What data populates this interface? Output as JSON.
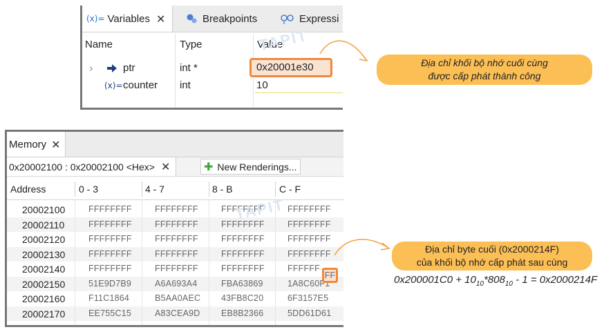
{
  "variables_view": {
    "tabs": [
      {
        "icon": "(x)=",
        "label": "Variables",
        "close": "✕"
      },
      {
        "icon": "breakpoints-icon",
        "label": "Breakpoints"
      },
      {
        "icon": "expressions-icon",
        "label": "Expressi"
      }
    ],
    "headers": {
      "name": "Name",
      "type": "Type",
      "value": "Value"
    },
    "rows": [
      {
        "expander": "›",
        "name": "ptr",
        "type": "int *",
        "value": "0x20001e30"
      },
      {
        "icon": "(x)=",
        "name": "counter",
        "type": "int",
        "value": "10"
      }
    ]
  },
  "memory_view": {
    "tab": {
      "label": "Memory",
      "close": "✕"
    },
    "rendering_tab": {
      "label": "0x20002100 : 0x20002100 <Hex>",
      "close": "✕"
    },
    "new_renderings": "New Renderings...",
    "headers": [
      "Address",
      "0 - 3",
      "4 - 7",
      "8 - B",
      "C - F"
    ],
    "rows": [
      {
        "address": "20002100",
        "cells": [
          "FFFFFFFF",
          "FFFFFFFF",
          "FFFFFFFF",
          "FFFFFFFF"
        ]
      },
      {
        "address": "20002110",
        "cells": [
          "FFFFFFFF",
          "FFFFFFFF",
          "FFFFFFFF",
          "FFFFFFFF"
        ]
      },
      {
        "address": "20002120",
        "cells": [
          "FFFFFFFF",
          "FFFFFFFF",
          "FFFFFFFF",
          "FFFFFFFF"
        ]
      },
      {
        "address": "20002130",
        "cells": [
          "FFFFFFFF",
          "FFFFFFFF",
          "FFFFFFFF",
          "FFFFFFFF"
        ]
      },
      {
        "address": "20002140",
        "cells": [
          "FFFFFFFF",
          "FFFFFFFF",
          "FFFFFFFF",
          "FFFFFF"
        ]
      },
      {
        "address": "20002150",
        "cells": [
          "51E9D7B9",
          "A6A693A4",
          "FBA63869",
          "1A8C60F1"
        ]
      },
      {
        "address": "20002160",
        "cells": [
          "F11C1864",
          "B5AA0AEC",
          "43FB8C20",
          "6F3157E5"
        ]
      },
      {
        "address": "20002170",
        "cells": [
          "EE755C15",
          "A83CEA9D",
          "EB8B2366",
          "5DD61D61"
        ]
      }
    ],
    "highlight_byte": "FF"
  },
  "annotations": {
    "callout_1": {
      "line1": "Địa chỉ khối bộ nhớ cuối cùng",
      "line2": "được cấp phát thành công"
    },
    "callout_2": {
      "line1": "Địa chỉ byte cuối (0x2000214F)",
      "line2": "của khối bộ nhớ cấp phát sau cùng"
    },
    "formula": {
      "a": "0x200001C0 + 10",
      "a_sub": "10",
      "b": "*808",
      "b_sub": "10",
      "c": " - 1 = 0x2000214F"
    },
    "watermark": "TAPIT"
  },
  "colors": {
    "highlight_border": "#f0883c",
    "highlight_fill": "#fbe3d2",
    "callout_fill": "#fcbf55",
    "accent_blue": "#2a6fd6"
  }
}
